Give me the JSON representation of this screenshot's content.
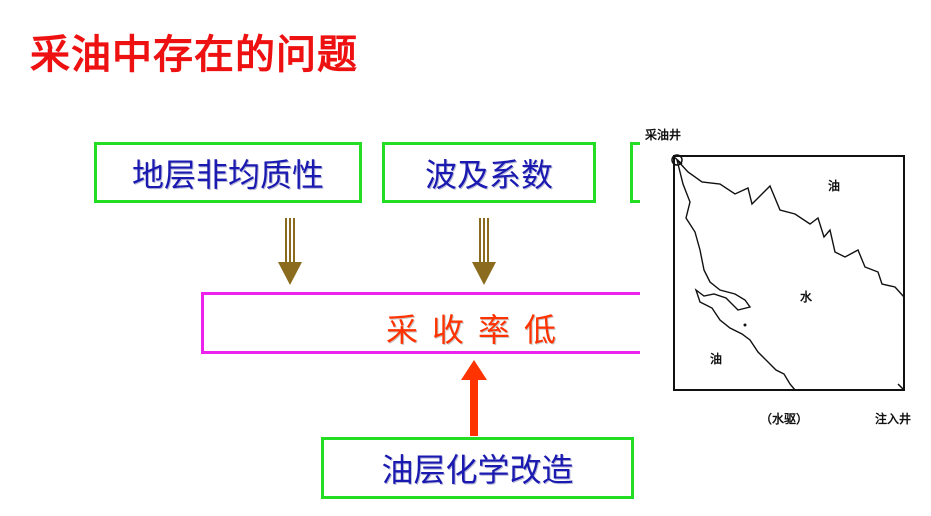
{
  "title": "采油中存在的问题",
  "boxes": {
    "box1": "地层非均质性",
    "box2": "波及系数",
    "center": "采收率低",
    "bottom": "油层化学改造"
  },
  "figure": {
    "producer": "采油井",
    "injector": "注入井",
    "oil_top": "油",
    "water": "水",
    "oil_bottom": "油",
    "caption": "（水驱）"
  },
  "colors": {
    "title": "#ee1111",
    "green_border": "#22dd22",
    "magenta_border": "#ee22ee",
    "blue_text": "#1a1ab0",
    "red_text": "#ff3300",
    "brown_arrow": "#8b6b1e",
    "red_arrow": "#ff3300"
  }
}
